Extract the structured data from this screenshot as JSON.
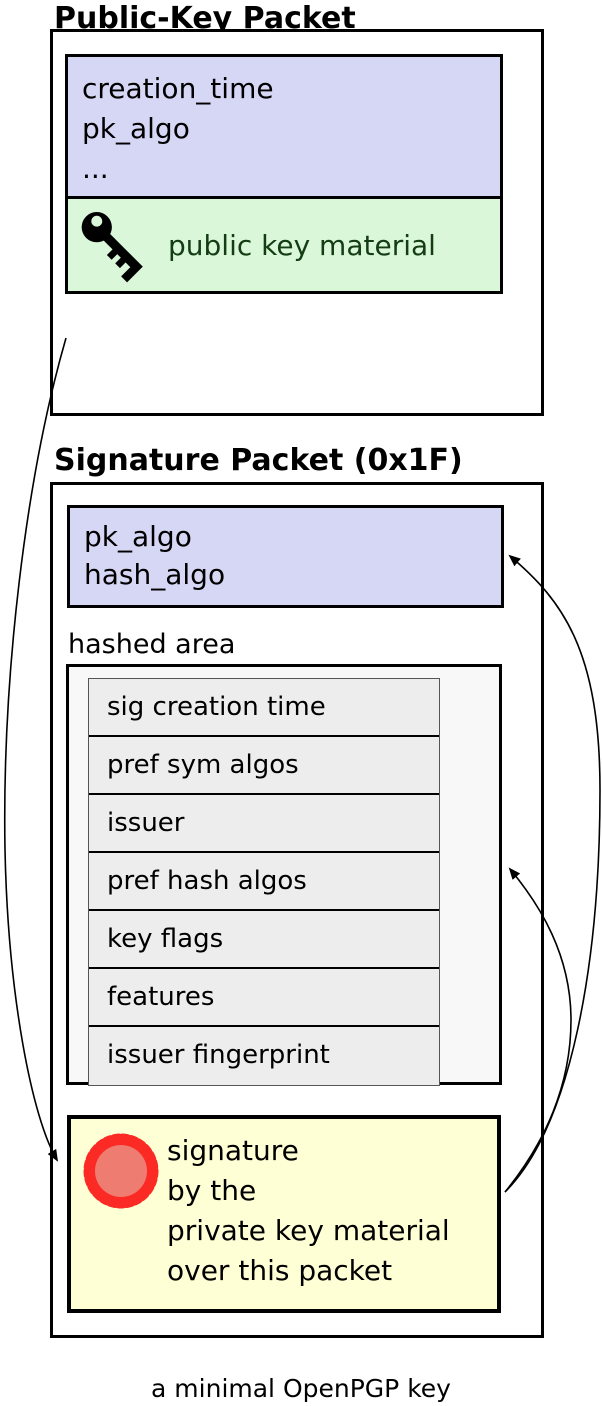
{
  "public_key_packet": {
    "title": "Public-Key Packet",
    "header_fields": [
      "creation_time",
      "pk_algo",
      "..."
    ],
    "key_material_label": "public key material"
  },
  "signature_packet": {
    "title": "Signature Packet (0x1F)",
    "header_fields": [
      "pk_algo",
      "hash_algo"
    ],
    "hashed_area_label": "hashed area",
    "subpackets": [
      "sig creation time",
      "pref sym algos",
      "issuer",
      "pref hash algos",
      "key flags",
      "features",
      "issuer fingerprint"
    ],
    "signature_lines": [
      "signature",
      "by the",
      "private key material",
      "over this packet"
    ]
  },
  "caption": "a minimal OpenPGP key",
  "icons": {
    "key": "key-icon",
    "seal": "seal-icon"
  },
  "colors": {
    "lavender": "#d6d6f5",
    "green_bg": "#daf8d9",
    "green_text": "#143d14",
    "yellow": "#ffffd5",
    "hashed_bg": "#f8f8f8",
    "row_bg": "#ededed",
    "seal_ring": "#fb2a25",
    "seal_center": "#ee7c71",
    "line": "#000000"
  }
}
